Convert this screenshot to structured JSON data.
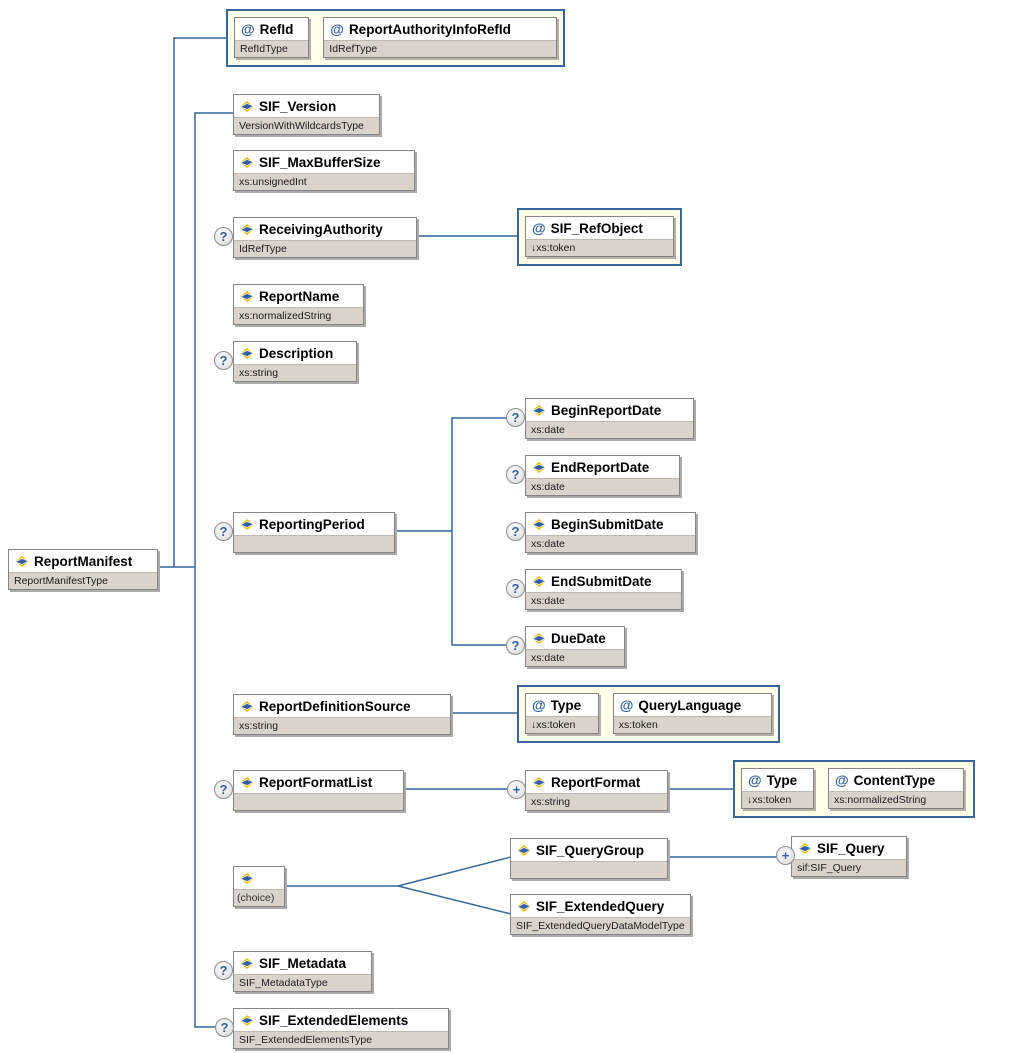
{
  "diagram": {
    "attr_marker": "@",
    "badges": {
      "optional": "?",
      "repeatable": "+"
    },
    "colors": {
      "connector": "#35679A",
      "container_border": "#35679A",
      "container_bg": "#FFFEE9",
      "type_strip_bg": "#D8D4CC",
      "attr_marker_color": "#2F5FA5",
      "icon_blue": "#2F5FA5",
      "icon_gold": "#F2B705"
    },
    "nodes": {
      "report_manifest": {
        "label": "ReportManifest",
        "type": "ReportManifestType"
      },
      "refid": {
        "label": "RefId",
        "type": "RefIdType"
      },
      "report_authority_info_refid": {
        "label": "ReportAuthorityInfoRefId",
        "type": "IdRefType"
      },
      "sif_version": {
        "label": "SIF_Version",
        "type": "VersionWithWildcardsType"
      },
      "sif_max_buffer_size": {
        "label": "SIF_MaxBufferSize",
        "type": "xs:unsignedInt"
      },
      "receiving_authority": {
        "label": "ReceivingAuthority",
        "type": "IdRefType"
      },
      "sif_ref_object": {
        "label": "SIF_RefObject",
        "type": "↓xs:token"
      },
      "report_name": {
        "label": "ReportName",
        "type": "xs:normalizedString"
      },
      "description": {
        "label": "Description",
        "type": "xs:string"
      },
      "reporting_period": {
        "label": "ReportingPeriod",
        "type": ""
      },
      "begin_report_date": {
        "label": "BeginReportDate",
        "type": "xs:date"
      },
      "end_report_date": {
        "label": "EndReportDate",
        "type": "xs:date"
      },
      "begin_submit_date": {
        "label": "BeginSubmitDate",
        "type": "xs:date"
      },
      "end_submit_date": {
        "label": "EndSubmitDate",
        "type": "xs:date"
      },
      "due_date": {
        "label": "DueDate",
        "type": "xs:date"
      },
      "report_definition_source": {
        "label": "ReportDefinitionSource",
        "type": "xs:string"
      },
      "rds_type_attr": {
        "label": "Type",
        "type": "↓xs:token"
      },
      "query_language_attr": {
        "label": "QueryLanguage",
        "type": "xs:token"
      },
      "report_format_list": {
        "label": "ReportFormatList",
        "type": ""
      },
      "report_format": {
        "label": "ReportFormat",
        "type": "xs:string"
      },
      "rf_type_attr": {
        "label": "Type",
        "type": "↓xs:token"
      },
      "content_type_attr": {
        "label": "ContentType",
        "type": "xs:normalizedString"
      },
      "choice": {
        "label": "(choice)"
      },
      "sif_query_group": {
        "label": "SIF_QueryGroup",
        "type": ""
      },
      "sif_query": {
        "label": "SIF_Query",
        "type": "sif:SIF_Query"
      },
      "sif_extended_query": {
        "label": "SIF_ExtendedQuery",
        "type": "SIF_ExtendedQueryDataModelType"
      },
      "sif_metadata": {
        "label": "SIF_Metadata",
        "type": "SIF_MetadataType"
      },
      "sif_extended_elements": {
        "label": "SIF_ExtendedElements",
        "type": "SIF_ExtendedElementsType"
      }
    }
  }
}
